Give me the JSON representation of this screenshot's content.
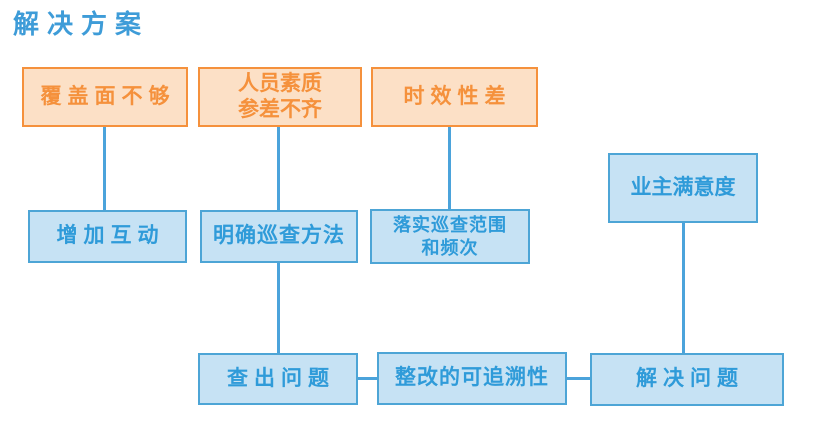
{
  "title": "解决方案",
  "colors": {
    "title_text": "#3E9CD8",
    "problem_border": "#F5913C",
    "problem_fill": "#FCE0C6",
    "problem_text": "#F5913C",
    "solution_border": "#4DA5D6",
    "solution_fill": "#C6E2F4",
    "solution_text": "#2F9BD9",
    "connector": "#4BA3DB",
    "background": "#FFFFFF"
  },
  "diagram": {
    "problems": [
      {
        "label": "覆盖面不够"
      },
      {
        "label": "人员素质\n参差不齐"
      },
      {
        "label": "时效性差"
      }
    ],
    "measures": [
      {
        "label": "增加互动"
      },
      {
        "label": "明确巡查方法"
      },
      {
        "label": "落实巡查范围\n和频次"
      }
    ],
    "goal": {
      "label": "业主满意度"
    },
    "process": [
      {
        "label": "查出问题"
      },
      {
        "label": "整改的可追溯性"
      },
      {
        "label": "解决问题"
      }
    ]
  }
}
